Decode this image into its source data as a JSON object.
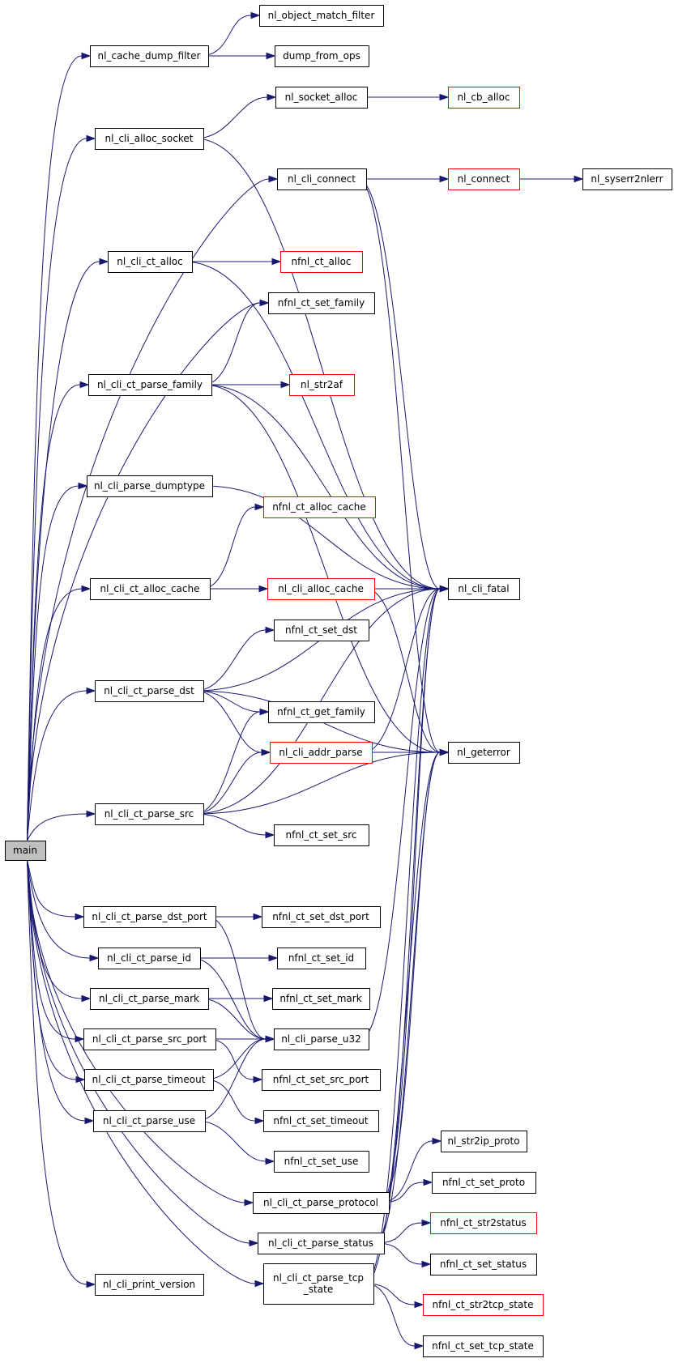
{
  "graph": {
    "edge_color": "#191970",
    "node_border": "#000000",
    "external_border": "#ff0000",
    "root_fill": "#bfbfbf",
    "nodes": [
      {
        "id": "main",
        "lines": [
          "main"
        ],
        "style": "root"
      },
      {
        "id": "nl_cache_dump_filter",
        "lines": [
          "nl_cache_dump_filter"
        ],
        "style": "normal"
      },
      {
        "id": "nl_object_match_filter",
        "lines": [
          "nl_object_match_filter"
        ],
        "style": "normal"
      },
      {
        "id": "dump_from_ops",
        "lines": [
          "dump_from_ops"
        ],
        "style": "normal"
      },
      {
        "id": "nl_cli_alloc_socket",
        "lines": [
          "nl_cli_alloc_socket"
        ],
        "style": "normal"
      },
      {
        "id": "nl_socket_alloc",
        "lines": [
          "nl_socket_alloc"
        ],
        "style": "normal"
      },
      {
        "id": "nl_cb_alloc",
        "lines": [
          "nl_cb_alloc"
        ],
        "style": "external"
      },
      {
        "id": "nl_cli_connect",
        "lines": [
          "nl_cli_connect"
        ],
        "style": "normal"
      },
      {
        "id": "nl_connect",
        "lines": [
          "nl_connect"
        ],
        "style": "external"
      },
      {
        "id": "nl_syserr2nlerr",
        "lines": [
          "nl_syserr2nlerr"
        ],
        "style": "normal"
      },
      {
        "id": "nl_cli_ct_alloc",
        "lines": [
          "nl_cli_ct_alloc"
        ],
        "style": "normal"
      },
      {
        "id": "nfnl_ct_alloc",
        "lines": [
          "nfnl_ct_alloc"
        ],
        "style": "external"
      },
      {
        "id": "nfnl_ct_set_family",
        "lines": [
          "nfnl_ct_set_family"
        ],
        "style": "normal"
      },
      {
        "id": "nl_cli_ct_parse_family",
        "lines": [
          "nl_cli_ct_parse_family"
        ],
        "style": "normal"
      },
      {
        "id": "nl_str2af",
        "lines": [
          "nl_str2af"
        ],
        "style": "external"
      },
      {
        "id": "nl_cli_parse_dumptype",
        "lines": [
          "nl_cli_parse_dumptype"
        ],
        "style": "normal"
      },
      {
        "id": "nfnl_ct_alloc_cache",
        "lines": [
          "nfnl_ct_alloc_cache"
        ],
        "style": "external"
      },
      {
        "id": "nl_cli_ct_alloc_cache",
        "lines": [
          "nl_cli_ct_alloc_cache"
        ],
        "style": "normal"
      },
      {
        "id": "nl_cli_alloc_cache",
        "lines": [
          "nl_cli_alloc_cache"
        ],
        "style": "external"
      },
      {
        "id": "nl_cli_fatal",
        "lines": [
          "nl_cli_fatal"
        ],
        "style": "normal"
      },
      {
        "id": "nfnl_ct_set_dst",
        "lines": [
          "nfnl_ct_set_dst"
        ],
        "style": "normal"
      },
      {
        "id": "nl_cli_ct_parse_dst",
        "lines": [
          "nl_cli_ct_parse_dst"
        ],
        "style": "normal"
      },
      {
        "id": "nfnl_ct_get_family",
        "lines": [
          "nfnl_ct_get_family"
        ],
        "style": "normal"
      },
      {
        "id": "nl_cli_addr_parse",
        "lines": [
          "nl_cli_addr_parse"
        ],
        "style": "external"
      },
      {
        "id": "nl_geterror",
        "lines": [
          "nl_geterror"
        ],
        "style": "normal"
      },
      {
        "id": "nl_cli_ct_parse_src",
        "lines": [
          "nl_cli_ct_parse_src"
        ],
        "style": "normal"
      },
      {
        "id": "nfnl_ct_set_src",
        "lines": [
          "nfnl_ct_set_src"
        ],
        "style": "normal"
      },
      {
        "id": "nl_cli_ct_parse_dst_port",
        "lines": [
          "nl_cli_ct_parse_dst_port"
        ],
        "style": "normal"
      },
      {
        "id": "nfnl_ct_set_dst_port",
        "lines": [
          "nfnl_ct_set_dst_port"
        ],
        "style": "normal"
      },
      {
        "id": "nl_cli_ct_parse_id",
        "lines": [
          "nl_cli_ct_parse_id"
        ],
        "style": "normal"
      },
      {
        "id": "nfnl_ct_set_id",
        "lines": [
          "nfnl_ct_set_id"
        ],
        "style": "normal"
      },
      {
        "id": "nl_cli_ct_parse_mark",
        "lines": [
          "nl_cli_ct_parse_mark"
        ],
        "style": "normal"
      },
      {
        "id": "nfnl_ct_set_mark",
        "lines": [
          "nfnl_ct_set_mark"
        ],
        "style": "normal"
      },
      {
        "id": "nl_cli_ct_parse_src_port",
        "lines": [
          "nl_cli_ct_parse_src_port"
        ],
        "style": "normal"
      },
      {
        "id": "nl_cli_parse_u32",
        "lines": [
          "nl_cli_parse_u32"
        ],
        "style": "normal"
      },
      {
        "id": "nl_cli_ct_parse_timeout",
        "lines": [
          "nl_cli_ct_parse_timeout"
        ],
        "style": "normal"
      },
      {
        "id": "nfnl_ct_set_src_port",
        "lines": [
          "nfnl_ct_set_src_port"
        ],
        "style": "normal"
      },
      {
        "id": "nl_cli_ct_parse_use",
        "lines": [
          "nl_cli_ct_parse_use"
        ],
        "style": "normal"
      },
      {
        "id": "nfnl_ct_set_timeout",
        "lines": [
          "nfnl_ct_set_timeout"
        ],
        "style": "normal"
      },
      {
        "id": "nfnl_ct_set_use",
        "lines": [
          "nfnl_ct_set_use"
        ],
        "style": "normal"
      },
      {
        "id": "nl_str2ip_proto",
        "lines": [
          "nl_str2ip_proto"
        ],
        "style": "normal"
      },
      {
        "id": "nl_cli_ct_parse_protocol",
        "lines": [
          "nl_cli_ct_parse_protocol"
        ],
        "style": "normal"
      },
      {
        "id": "nfnl_ct_set_proto",
        "lines": [
          "nfnl_ct_set_proto"
        ],
        "style": "normal"
      },
      {
        "id": "nfnl_ct_str2status",
        "lines": [
          "nfnl_ct_str2status"
        ],
        "style": "external"
      },
      {
        "id": "nl_cli_ct_parse_status",
        "lines": [
          "nl_cli_ct_parse_status"
        ],
        "style": "normal"
      },
      {
        "id": "nfnl_ct_set_status",
        "lines": [
          "nfnl_ct_set_status"
        ],
        "style": "normal"
      },
      {
        "id": "nl_cli_print_version",
        "lines": [
          "nl_cli_print_version"
        ],
        "style": "normal"
      },
      {
        "id": "nl_cli_ct_parse_tcp_state",
        "lines": [
          "nl_cli_ct_parse_tcp",
          "_state"
        ],
        "style": "normal"
      },
      {
        "id": "nfnl_ct_str2tcp_state",
        "lines": [
          "nfnl_ct_str2tcp_state"
        ],
        "style": "external"
      },
      {
        "id": "nfnl_ct_set_tcp_state",
        "lines": [
          "nfnl_ct_set_tcp_state"
        ],
        "style": "normal"
      }
    ],
    "edges": [
      [
        "main",
        "nl_cache_dump_filter"
      ],
      [
        "main",
        "nl_cli_alloc_socket"
      ],
      [
        "main",
        "nl_cli_connect"
      ],
      [
        "main",
        "nl_cli_ct_alloc"
      ],
      [
        "main",
        "nfnl_ct_set_family"
      ],
      [
        "main",
        "nl_cli_ct_parse_family"
      ],
      [
        "main",
        "nl_cli_parse_dumptype"
      ],
      [
        "main",
        "nl_cli_ct_alloc_cache"
      ],
      [
        "main",
        "nl_cli_ct_parse_dst"
      ],
      [
        "main",
        "nl_cli_ct_parse_src"
      ],
      [
        "main",
        "nl_cli_ct_parse_dst_port"
      ],
      [
        "main",
        "nl_cli_ct_parse_id"
      ],
      [
        "main",
        "nl_cli_ct_parse_mark"
      ],
      [
        "main",
        "nl_cli_ct_parse_src_port"
      ],
      [
        "main",
        "nl_cli_ct_parse_timeout"
      ],
      [
        "main",
        "nl_cli_ct_parse_use"
      ],
      [
        "main",
        "nl_cli_ct_parse_protocol"
      ],
      [
        "main",
        "nl_cli_ct_parse_status"
      ],
      [
        "main",
        "nl_cli_print_version"
      ],
      [
        "main",
        "nl_cli_ct_parse_tcp_state"
      ],
      [
        "nl_cache_dump_filter",
        "nl_object_match_filter"
      ],
      [
        "nl_cache_dump_filter",
        "dump_from_ops"
      ],
      [
        "nl_cli_alloc_socket",
        "nl_socket_alloc"
      ],
      [
        "nl_cli_alloc_socket",
        "nl_cli_fatal"
      ],
      [
        "nl_socket_alloc",
        "nl_cb_alloc"
      ],
      [
        "nl_cli_connect",
        "nl_connect"
      ],
      [
        "nl_cli_connect",
        "nl_cli_fatal"
      ],
      [
        "nl_cli_connect",
        "nl_geterror"
      ],
      [
        "nl_connect",
        "nl_syserr2nlerr"
      ],
      [
        "nl_cli_ct_alloc",
        "nfnl_ct_alloc"
      ],
      [
        "nl_cli_ct_alloc",
        "nl_cli_fatal"
      ],
      [
        "nl_cli_ct_parse_family",
        "nfnl_ct_set_family"
      ],
      [
        "nl_cli_ct_parse_family",
        "nl_str2af"
      ],
      [
        "nl_cli_ct_parse_family",
        "nl_cli_fatal"
      ],
      [
        "nl_cli_ct_parse_family",
        "nl_geterror"
      ],
      [
        "nl_cli_parse_dumptype",
        "nl_cli_fatal"
      ],
      [
        "nl_cli_ct_alloc_cache",
        "nfnl_ct_alloc_cache"
      ],
      [
        "nl_cli_ct_alloc_cache",
        "nl_cli_alloc_cache"
      ],
      [
        "nl_cli_alloc_cache",
        "nl_cli_fatal"
      ],
      [
        "nl_cli_alloc_cache",
        "nl_geterror"
      ],
      [
        "nl_cli_ct_parse_dst",
        "nl_cli_fatal"
      ],
      [
        "nl_cli_ct_parse_dst",
        "nfnl_ct_set_dst"
      ],
      [
        "nl_cli_ct_parse_dst",
        "nfnl_ct_get_family"
      ],
      [
        "nl_cli_ct_parse_dst",
        "nl_cli_addr_parse"
      ],
      [
        "nl_cli_ct_parse_dst",
        "nl_geterror"
      ],
      [
        "nl_cli_addr_parse",
        "nl_cli_fatal"
      ],
      [
        "nl_cli_addr_parse",
        "nl_geterror"
      ],
      [
        "nl_cli_ct_parse_src",
        "nfnl_ct_get_family"
      ],
      [
        "nl_cli_ct_parse_src",
        "nl_cli_addr_parse"
      ],
      [
        "nl_cli_ct_parse_src",
        "nl_cli_fatal"
      ],
      [
        "nl_cli_ct_parse_src",
        "nfnl_ct_set_src"
      ],
      [
        "nl_cli_ct_parse_src",
        "nl_geterror"
      ],
      [
        "nl_cli_ct_parse_dst_port",
        "nfnl_ct_set_dst_port"
      ],
      [
        "nl_cli_ct_parse_dst_port",
        "nl_cli_parse_u32"
      ],
      [
        "nl_cli_ct_parse_id",
        "nfnl_ct_set_id"
      ],
      [
        "nl_cli_ct_parse_id",
        "nl_cli_parse_u32"
      ],
      [
        "nl_cli_ct_parse_mark",
        "nfnl_ct_set_mark"
      ],
      [
        "nl_cli_ct_parse_mark",
        "nl_cli_parse_u32"
      ],
      [
        "nl_cli_ct_parse_src_port",
        "nl_cli_parse_u32"
      ],
      [
        "nl_cli_ct_parse_src_port",
        "nfnl_ct_set_src_port"
      ],
      [
        "nl_cli_ct_parse_timeout",
        "nl_cli_parse_u32"
      ],
      [
        "nl_cli_ct_parse_timeout",
        "nfnl_ct_set_timeout"
      ],
      [
        "nl_cli_ct_parse_use",
        "nl_cli_parse_u32"
      ],
      [
        "nl_cli_ct_parse_use",
        "nfnl_ct_set_use"
      ],
      [
        "nl_cli_parse_u32",
        "nl_cli_fatal"
      ],
      [
        "nl_cli_ct_parse_protocol",
        "nl_str2ip_proto"
      ],
      [
        "nl_cli_ct_parse_protocol",
        "nfnl_ct_set_proto"
      ],
      [
        "nl_cli_ct_parse_protocol",
        "nl_cli_fatal"
      ],
      [
        "nl_cli_ct_parse_protocol",
        "nl_geterror"
      ],
      [
        "nl_cli_ct_parse_status",
        "nfnl_ct_str2status"
      ],
      [
        "nl_cli_ct_parse_status",
        "nfnl_ct_set_status"
      ],
      [
        "nl_cli_ct_parse_status",
        "nl_cli_fatal"
      ],
      [
        "nl_cli_ct_parse_status",
        "nl_geterror"
      ],
      [
        "nl_cli_ct_parse_tcp_state",
        "nfnl_ct_str2tcp_state"
      ],
      [
        "nl_cli_ct_parse_tcp_state",
        "nfnl_ct_set_tcp_state"
      ],
      [
        "nl_cli_ct_parse_tcp_state",
        "nl_cli_fatal"
      ],
      [
        "nl_cli_ct_parse_tcp_state",
        "nl_geterror"
      ]
    ]
  }
}
